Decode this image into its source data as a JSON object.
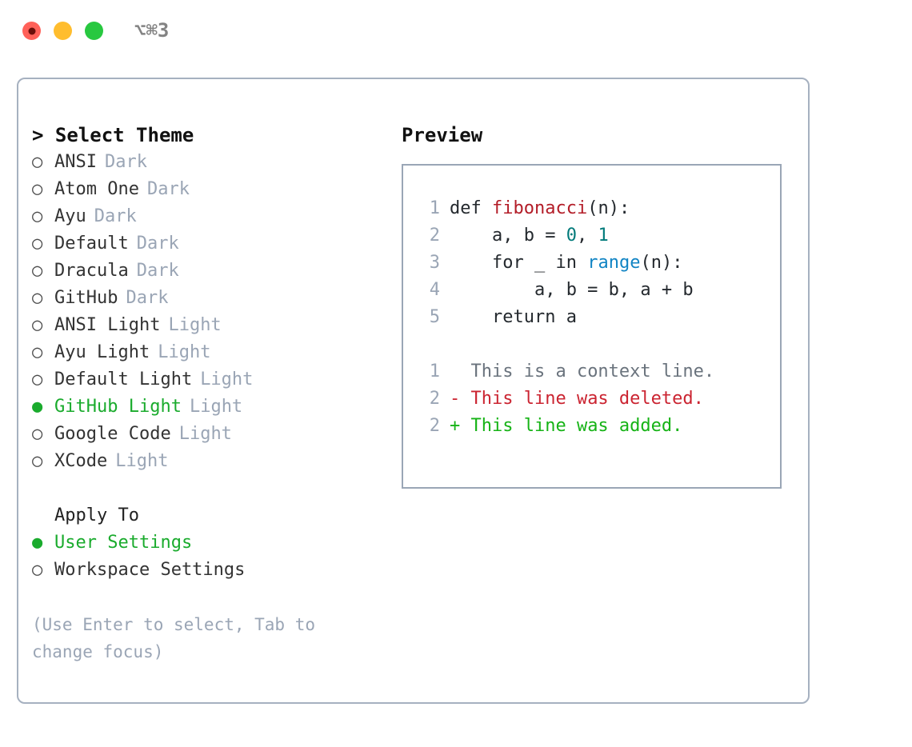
{
  "titlebar": {
    "shortcut": "⌥⌘3",
    "buttons": [
      {
        "name": "close",
        "color": "#ff6159"
      },
      {
        "name": "minimize",
        "color": "#ffbd2e"
      },
      {
        "name": "maximize",
        "color": "#28c840"
      }
    ]
  },
  "colors": {
    "accent_green": "#1aab2d",
    "muted": "#9aa5b5",
    "border": "#a6b1c0",
    "added": "#16b316",
    "deleted": "#cb2431",
    "function": "#b31d28",
    "number": "#007a7a",
    "call": "#1184c4"
  },
  "theme_picker": {
    "title": "> Select Theme",
    "prompt_glyph": ">",
    "marker_unselected": "○",
    "marker_selected": "●",
    "items": [
      {
        "label": "ANSI",
        "suffix": "Dark",
        "selected": false
      },
      {
        "label": "Atom One",
        "suffix": "Dark",
        "selected": false
      },
      {
        "label": "Ayu",
        "suffix": "Dark",
        "selected": false
      },
      {
        "label": "Default",
        "suffix": "Dark",
        "selected": false
      },
      {
        "label": "Dracula",
        "suffix": "Dark",
        "selected": false
      },
      {
        "label": "GitHub",
        "suffix": "Dark",
        "selected": false
      },
      {
        "label": "ANSI Light",
        "suffix": "Light",
        "selected": false
      },
      {
        "label": "Ayu Light",
        "suffix": "Light",
        "selected": false
      },
      {
        "label": "Default Light",
        "suffix": "Light",
        "selected": false
      },
      {
        "label": "GitHub Light",
        "suffix": "Light",
        "selected": true
      },
      {
        "label": "Google Code",
        "suffix": "Light",
        "selected": false
      },
      {
        "label": "XCode",
        "suffix": "Light",
        "selected": false
      }
    ]
  },
  "apply_to": {
    "title": "Apply To",
    "items": [
      {
        "label": "User Settings",
        "selected": true
      },
      {
        "label": "Workspace Settings",
        "selected": false
      }
    ]
  },
  "hint": "(Use Enter to select, Tab to change focus)",
  "preview": {
    "title": "Preview",
    "code_lines": [
      {
        "no": "1",
        "tokens": [
          {
            "t": "def ",
            "c": "kw"
          },
          {
            "t": "fibonacci",
            "c": "fn"
          },
          {
            "t": "(n):",
            "c": "plain"
          }
        ]
      },
      {
        "no": "2",
        "tokens": [
          {
            "t": "    a, b = ",
            "c": "plain"
          },
          {
            "t": "0",
            "c": "num"
          },
          {
            "t": ", ",
            "c": "plain"
          },
          {
            "t": "1",
            "c": "num"
          }
        ]
      },
      {
        "no": "3",
        "tokens": [
          {
            "t": "    for ",
            "c": "kw"
          },
          {
            "t": "_ ",
            "c": "plain"
          },
          {
            "t": "in ",
            "c": "kw"
          },
          {
            "t": "range",
            "c": "call"
          },
          {
            "t": "(n):",
            "c": "plain"
          }
        ]
      },
      {
        "no": "4",
        "tokens": [
          {
            "t": "        a, b = b, a + b",
            "c": "plain"
          }
        ]
      },
      {
        "no": "5",
        "tokens": [
          {
            "t": "    return ",
            "c": "kw"
          },
          {
            "t": "a",
            "c": "plain"
          }
        ]
      }
    ],
    "diff_lines": [
      {
        "no": "1",
        "sign": " ",
        "text": " This is a context line.",
        "kind": "ctx"
      },
      {
        "no": "2",
        "sign": "-",
        "text": " This line was deleted.",
        "kind": "del"
      },
      {
        "no": "2",
        "sign": "+",
        "text": " This line was added.",
        "kind": "add"
      }
    ]
  }
}
